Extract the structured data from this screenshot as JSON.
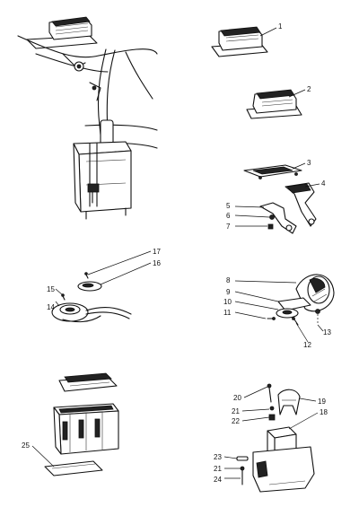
{
  "callouts": {
    "c1": "1",
    "c2": "2",
    "c3": "3",
    "c4": "4",
    "c5": "5",
    "c6": "6",
    "c7": "7",
    "c8": "8",
    "c9": "9",
    "c10": "10",
    "c11": "11",
    "c12": "12",
    "c13": "13",
    "c14": "14",
    "c15": "15",
    "c16": "16",
    "c17": "17",
    "c18": "18",
    "c19": "19",
    "c20": "20",
    "c21a": "21",
    "c21b": "21",
    "c22": "22",
    "c23": "23",
    "c24": "24",
    "c25": "25"
  }
}
